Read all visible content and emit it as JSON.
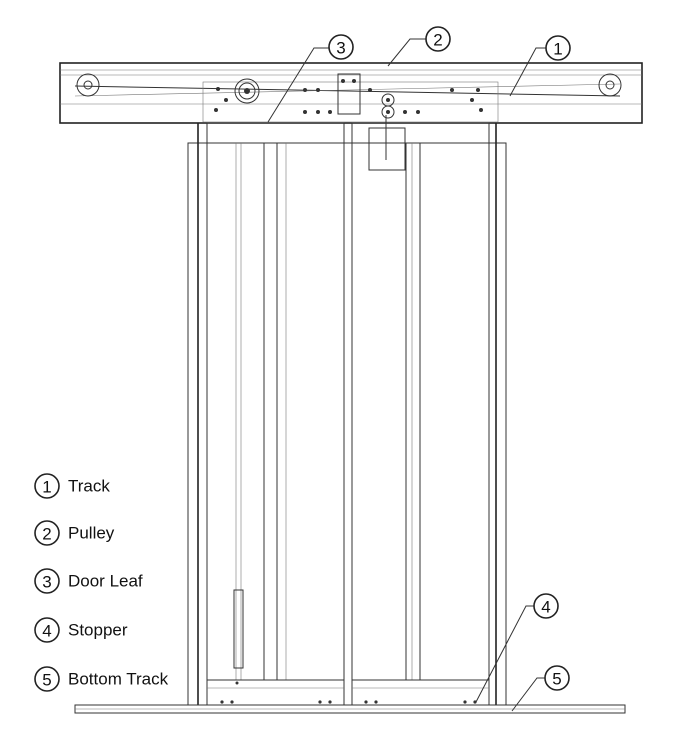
{
  "legend": [
    {
      "number": "1",
      "label": "Track"
    },
    {
      "number": "2",
      "label": "Pulley"
    },
    {
      "number": "3",
      "label": "Door Leaf"
    },
    {
      "number": "4",
      "label": "Stopper"
    },
    {
      "number": "5",
      "label": "Bottom Track"
    }
  ],
  "callouts": [
    "1",
    "2",
    "3",
    "4",
    "5"
  ]
}
